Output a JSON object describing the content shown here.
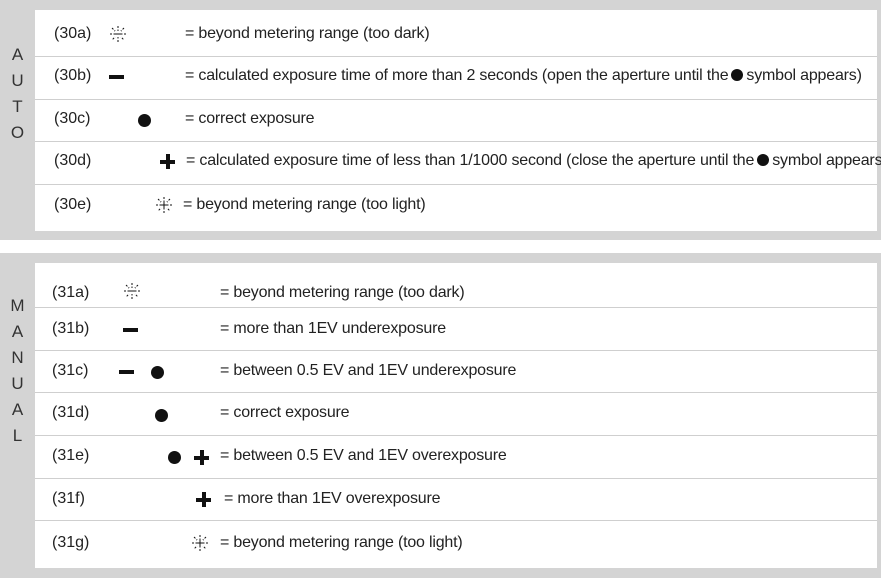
{
  "auto": {
    "label_letters": [
      "A",
      "U",
      "T",
      "O"
    ],
    "rows": [
      {
        "code": "(30a)",
        "symbol": [
          "burst-outline-icon"
        ],
        "description": "= beyond metering range (too dark)"
      },
      {
        "code": "(30b)",
        "symbol": [
          "minus-icon"
        ],
        "description": "= calculated exposure time of more than 2 seconds (open the aperture until the",
        "description_tail": "symbol appears)"
      },
      {
        "code": "(30c)",
        "symbol": [
          "dot-icon"
        ],
        "description": "= correct exposure"
      },
      {
        "code": "(30d)",
        "symbol": [
          "plus-icon"
        ],
        "description": "= calculated exposure time of less than 1/1000 second (close the aperture until the",
        "description_tail": "symbol appears)"
      },
      {
        "code": "(30e)",
        "symbol": [
          "burst-plus-icon"
        ],
        "description": "= beyond  metering range (too light)"
      }
    ]
  },
  "manual": {
    "label_letters": [
      "M",
      "A",
      "N",
      "U",
      "A",
      "L"
    ],
    "rows": [
      {
        "code": "(31a)",
        "symbol": [
          "burst-outline-icon"
        ],
        "description": "= beyond  metering range (too dark)"
      },
      {
        "code": "(31b)",
        "symbol": [
          "minus-icon"
        ],
        "description": "= more than 1EV underexposure"
      },
      {
        "code": "(31c)",
        "symbol": [
          "minus-icon",
          "dot-icon"
        ],
        "description": "= between 0.5 EV and 1EV underexposure"
      },
      {
        "code": "(31d)",
        "symbol": [
          "dot-icon"
        ],
        "description": "= correct exposure"
      },
      {
        "code": "(31e)",
        "symbol": [
          "dot-icon",
          "plus-icon"
        ],
        "description": "= between 0.5 EV and 1EV overexposure"
      },
      {
        "code": "(31f)",
        "symbol": [
          "plus-icon"
        ],
        "description": "= more than 1EV overexposure"
      },
      {
        "code": "(31g)",
        "symbol": [
          "burst-plus-icon"
        ],
        "description": "= beyond  metering range (too light)"
      }
    ]
  },
  "colors": {
    "panel": "#d4d4d4",
    "ink": "#111111",
    "text": "#222222"
  }
}
